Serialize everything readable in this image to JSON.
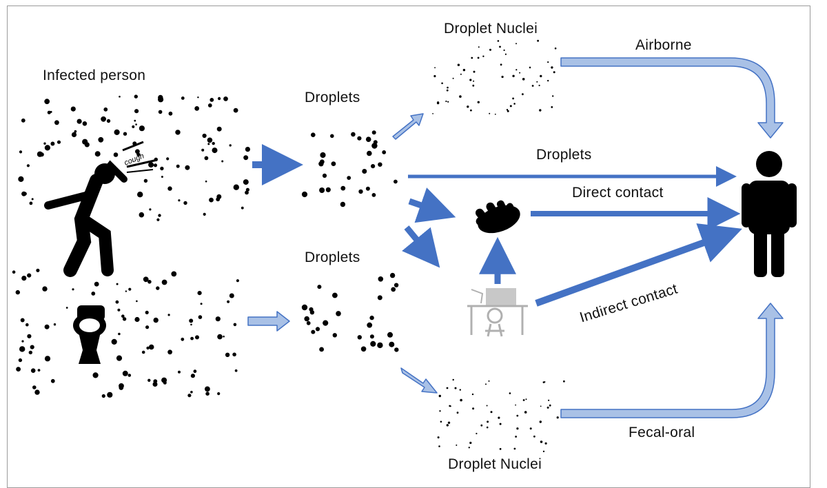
{
  "labels": {
    "infected_person": "Infected person",
    "cough": "cough",
    "droplets_upper": "Droplets",
    "droplets_lower": "Droplets",
    "droplet_nuclei_top": "Droplet Nuclei",
    "droplet_nuclei_bottom": "Droplet Nuclei",
    "route_airborne": "Airborne",
    "route_droplets": "Droplets",
    "route_direct": "Direct contact",
    "route_indirect": "Indirect contact",
    "route_fecal_oral": "Fecal-oral"
  },
  "colors": {
    "arrow_dark": "#4472C4",
    "arrow_light": "#8FAADC",
    "arrow_light_fill": "#A9C1E6",
    "ink": "#000000",
    "desk": "#b0b0b0"
  },
  "icons": [
    "coughing-person-icon",
    "toilet-icon",
    "hand-icon",
    "desk-icon",
    "person-icon"
  ]
}
